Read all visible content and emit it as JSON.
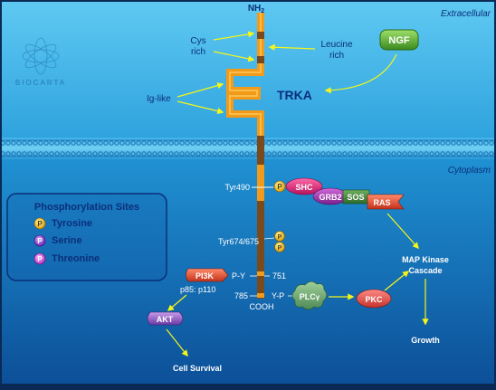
{
  "regions": {
    "extracellular": "Extracellular",
    "cytoplasm": "Cytoplasm"
  },
  "brand": "BIOCARTA",
  "receptor": {
    "name": "TRKA",
    "n_terminus": "NH",
    "n_terminus_sub": "2",
    "c_terminus": "COOH"
  },
  "domain_labels": {
    "cys_rich_line1": "Cys",
    "cys_rich_line2": "rich",
    "leucine_rich_line1": "Leucine",
    "leucine_rich_line2": "rich",
    "ig_like": "Ig-like"
  },
  "ligand": "NGF",
  "sites": {
    "tyr490": "Tyr490",
    "tyr674_675": "Tyr674/675",
    "y751_py": "P-Y",
    "y751_num": "751",
    "y785_num": "785",
    "y785_yp": "Y-P"
  },
  "badge_letter": "P",
  "proteins": {
    "shc": "SHC",
    "grb2": "GRB2",
    "sos": "SOS",
    "ras": "RAS",
    "pi3k": "PI3K",
    "p85_p110": "p85: p110",
    "akt": "AKT",
    "plc_prefix": "PLC",
    "plc_gamma": "γ",
    "pkc": "PKC"
  },
  "outcomes": {
    "mapk_line1": "MAP Kinase",
    "mapk_line2": "Cascade",
    "growth": "Growth",
    "cell_survival": "Cell Survival"
  },
  "legend": {
    "title": "Phosphorylation Sites",
    "items": [
      {
        "label": "Tyrosine",
        "color": "#f2c21a"
      },
      {
        "label": "Serine",
        "color": "#8a3fd1"
      },
      {
        "label": "Threonine",
        "color": "#d04fd6"
      }
    ]
  },
  "colors": {
    "sky_top": "#55c3ee",
    "sky_bottom": "#1d8fd0",
    "cyto_top": "#1d8fd0",
    "cyto_bottom": "#0a4d96",
    "receptor_orange": "#f29a1a",
    "receptor_brown": "#7a4a1c",
    "arrow_yellow": "#f5f51a",
    "label_blue": "#0b2f7a"
  }
}
